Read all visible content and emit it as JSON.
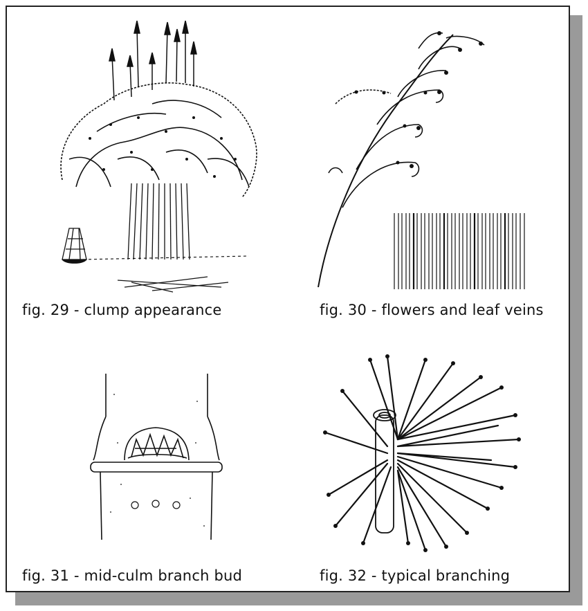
{
  "figures": [
    {
      "id": "fig29",
      "caption": "fig. 29 - clump appearance"
    },
    {
      "id": "fig30",
      "caption": "fig. 30 - flowers and leaf veins"
    },
    {
      "id": "fig31",
      "caption": "fig. 31 - mid-culm branch bud"
    },
    {
      "id": "fig32",
      "caption": "fig. 32 - typical branching"
    }
  ]
}
